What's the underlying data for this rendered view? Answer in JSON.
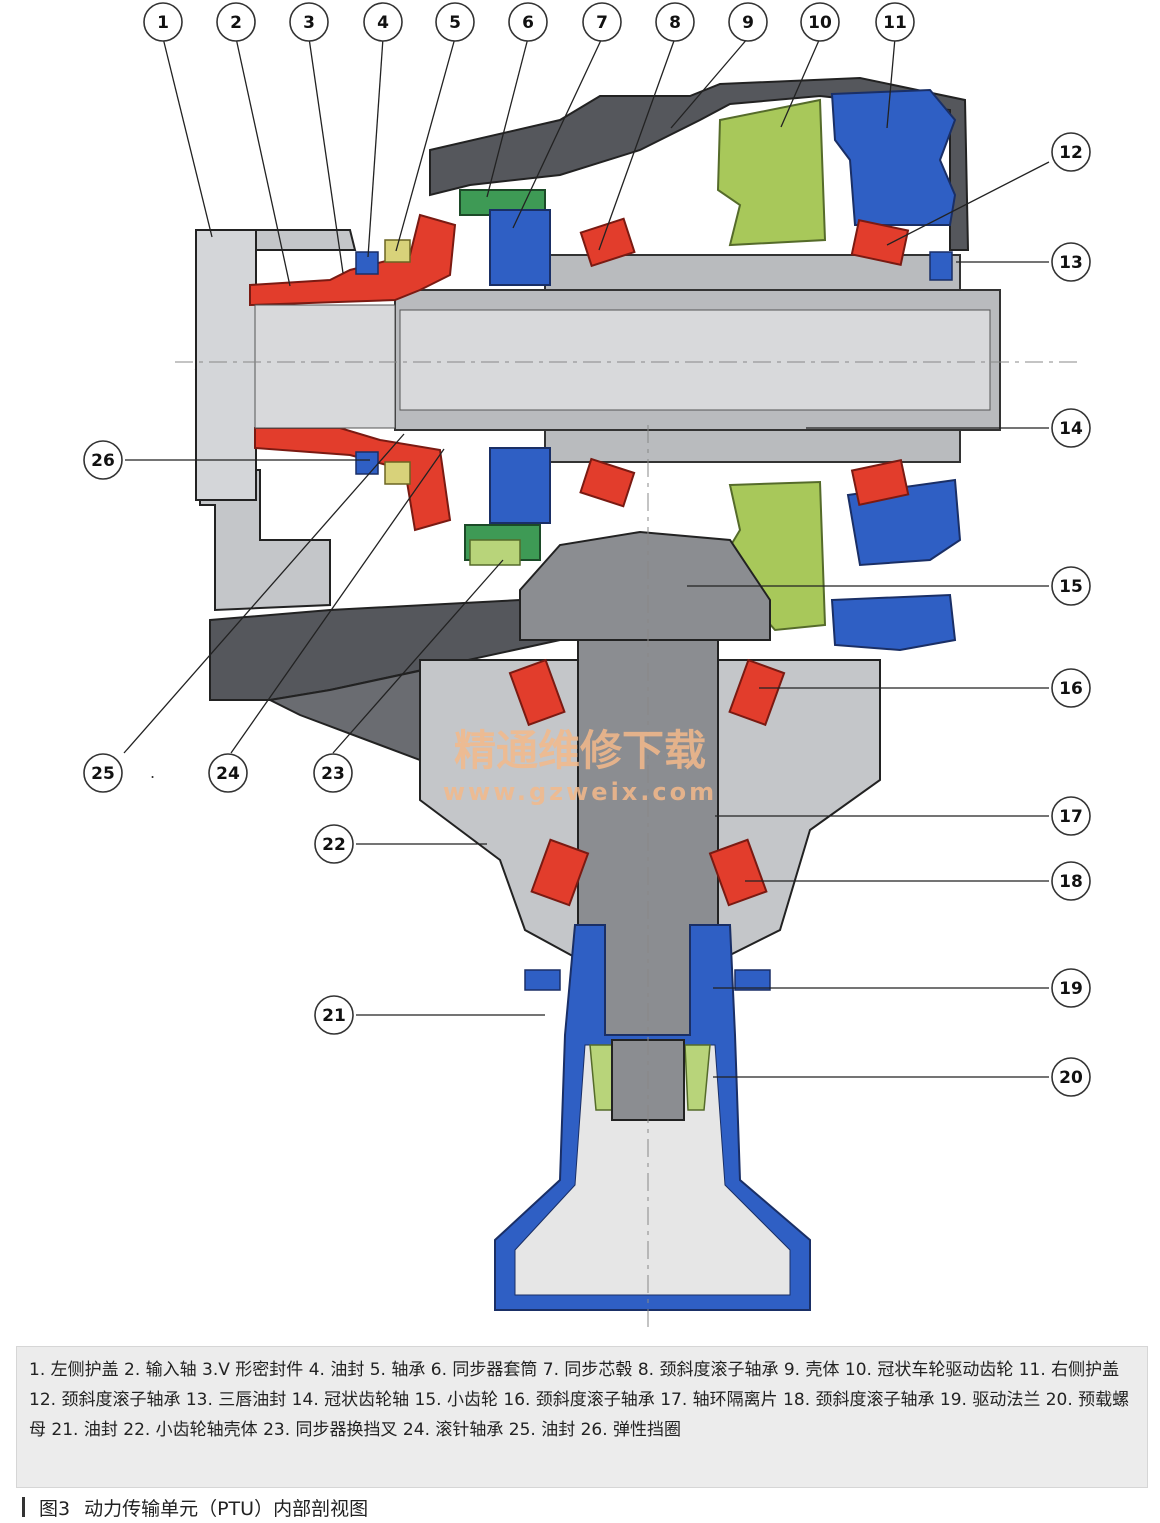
{
  "figure": {
    "caption_label": "图3",
    "caption_title": "动力传输单元（PTU）内部剖视图"
  },
  "callouts": [
    "1",
    "2",
    "3",
    "4",
    "5",
    "6",
    "7",
    "8",
    "9",
    "10",
    "11",
    "12",
    "13",
    "14",
    "15",
    "16",
    "17",
    "18",
    "19",
    "20",
    "21",
    "22",
    "23",
    "24",
    "25",
    "26"
  ],
  "legend_items": [
    "1. 左侧护盖",
    "2. 输入轴",
    "3.V 形密封件",
    "4. 油封",
    "5. 轴承",
    "6. 同步器套筒",
    "7. 同步芯毂",
    "8. 颈斜度滚子轴承",
    "9. 壳体",
    "10. 冠状车轮驱动齿轮",
    "11. 右侧护盖",
    "12. 颈斜度滚子轴承",
    "13. 三唇油封",
    "14. 冠状齿轮轴",
    "15. 小齿轮",
    "16. 颈斜度滚子轴承",
    "17. 轴环隔离片",
    "18. 颈斜度滚子轴承",
    "19. 驱动法兰",
    "20. 预载螺母",
    "21. 油封",
    "22. 小齿轮轴壳体",
    "23. 同步器换挡叉",
    "24. 滚针轴承",
    "25. 油封",
    "26. 弹性挡圈"
  ],
  "legend_text": "1. 左侧护盖 2. 输入轴 3.V 形密封件 4. 油封 5. 轴承 6. 同步器套筒 7. 同步芯毂 8. 颈斜度滚子轴承 9. 壳体 10. 冠状车轮驱动齿轮 11. 右侧护盖 12. 颈斜度滚子轴承 13. 三唇油封 14. 冠状齿轮轴 15. 小齿轮 16. 颈斜度滚子轴承 17. 轴环隔离片 18. 颈斜度滚子轴承 19. 驱动法兰 20. 预载螺母 21. 油封 22. 小齿轮轴壳体 23. 同步器换挡叉 24. 滚针轴承 25. 油封 26. 弹性挡圈",
  "watermark": {
    "line1": "精通维修下载",
    "line2": "www.gzweix.com"
  },
  "colors": {
    "housing_dark": "#55575c",
    "housing_light": "#c4c6c9",
    "shaft": "#b9bbbe",
    "input_shaft": "#e23d2c",
    "bearing_roller": "#e23d2c",
    "synchro_blue": "#2f5fc4",
    "crown_gear_green": "#a8c85a",
    "sleeve_green": "#3e9a55",
    "nut_green": "#b8d47a"
  }
}
